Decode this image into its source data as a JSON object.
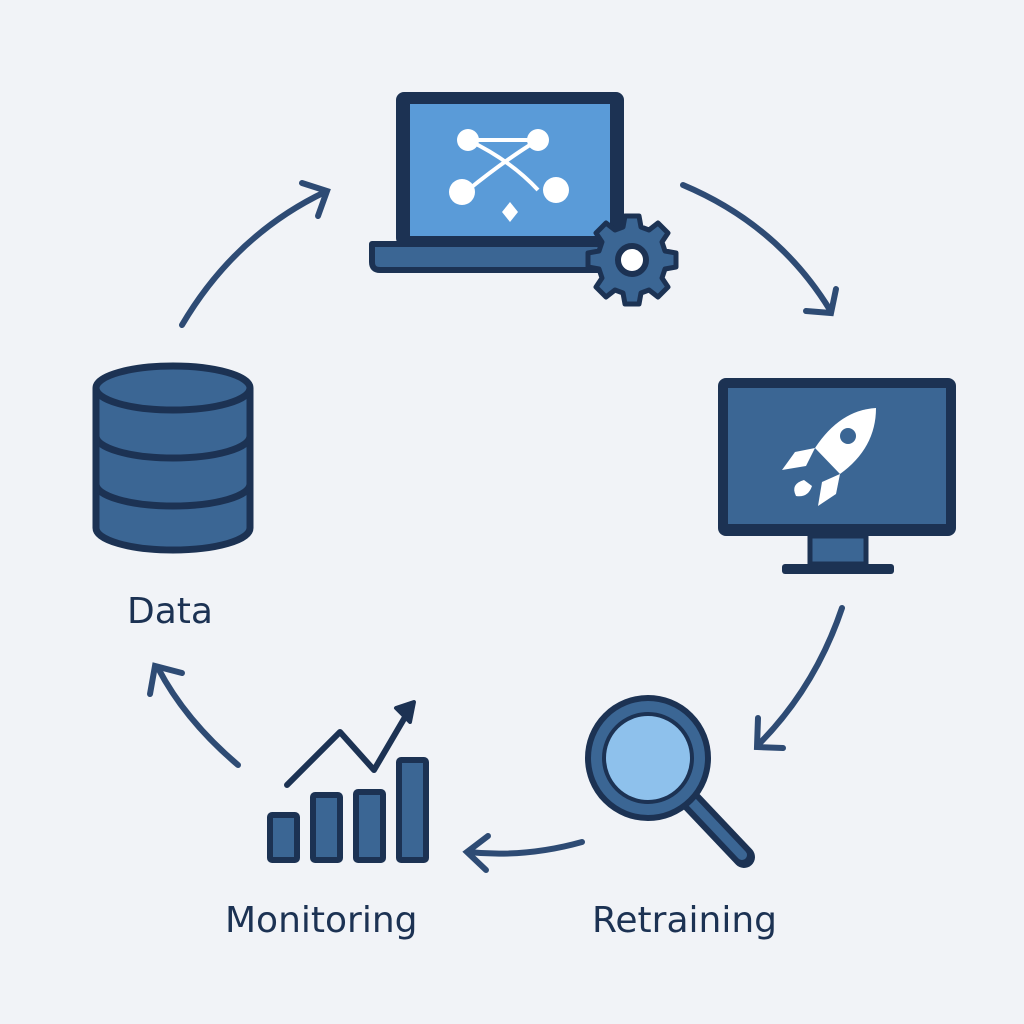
{
  "diagram": {
    "type": "cycle",
    "stages": [
      {
        "id": "model",
        "icon": "laptop-network-gear-icon"
      },
      {
        "id": "deploy",
        "icon": "monitor-rocket-icon"
      },
      {
        "id": "retraining",
        "icon": "magnifying-glass-icon",
        "label": "Retraining"
      },
      {
        "id": "monitoring",
        "icon": "bar-chart-trend-icon",
        "label": "Monitoring"
      },
      {
        "id": "data",
        "icon": "database-icon",
        "label": "Data"
      }
    ],
    "flow": "clockwise"
  },
  "colors": {
    "background": "#f1f3f7",
    "outline": "#1c3253",
    "fill_dark": "#3b6694",
    "fill_light": "#5a9bd8",
    "lens": "#8ec1ec",
    "arrow": "#2e4b74"
  }
}
